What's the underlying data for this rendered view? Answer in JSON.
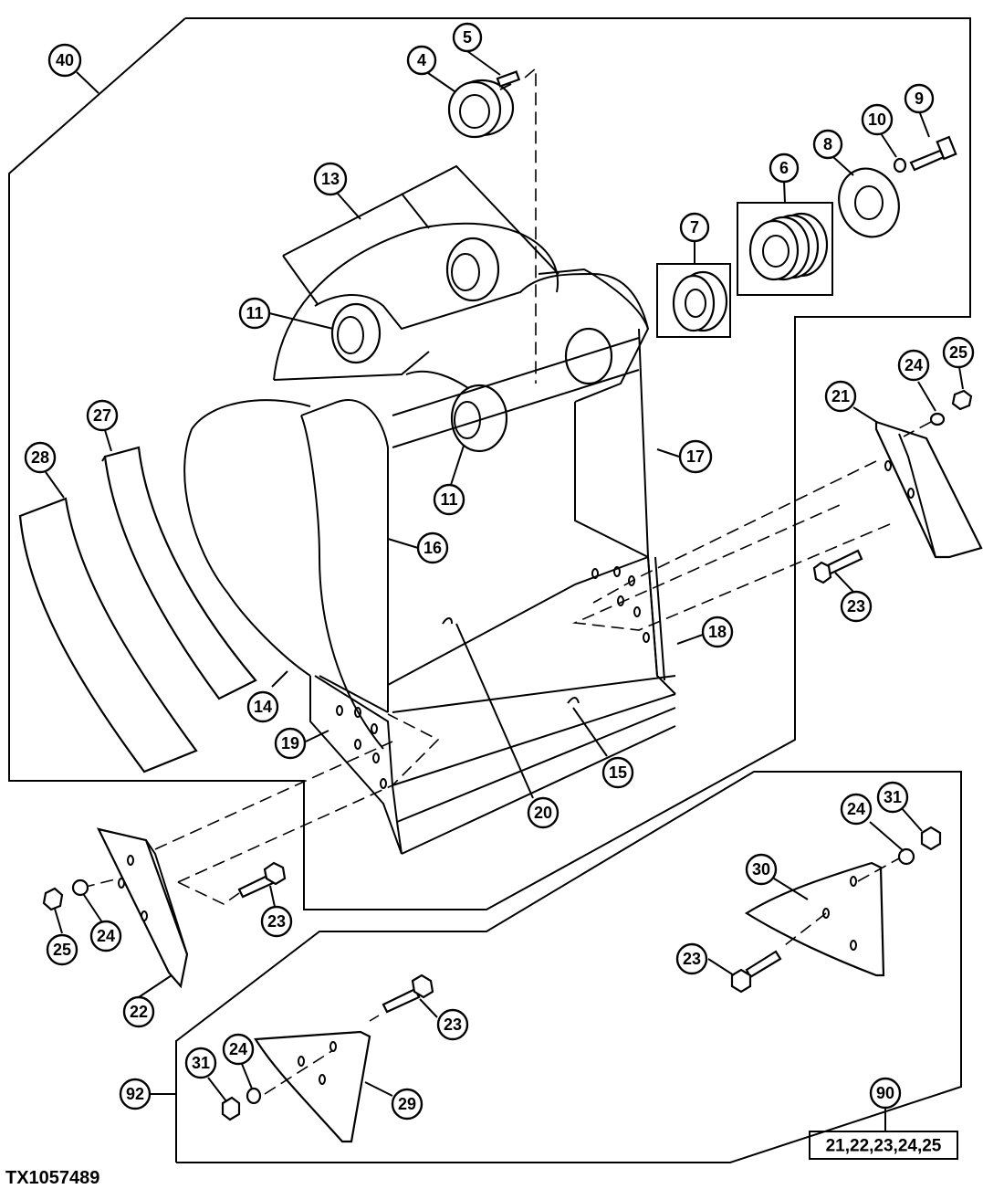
{
  "figure_id": "TX1057489",
  "kit_list": "21,22,23,24,25",
  "callouts": [
    "40",
    "5",
    "4",
    "13",
    "6",
    "8",
    "10",
    "9",
    "7",
    "11",
    "11",
    "17",
    "24",
    "25",
    "21",
    "27",
    "28",
    "16",
    "23",
    "18",
    "14",
    "19",
    "20",
    "15",
    "24",
    "31",
    "30",
    "23",
    "25",
    "24",
    "22",
    "23",
    "23",
    "24",
    "31",
    "92",
    "29",
    "90"
  ]
}
